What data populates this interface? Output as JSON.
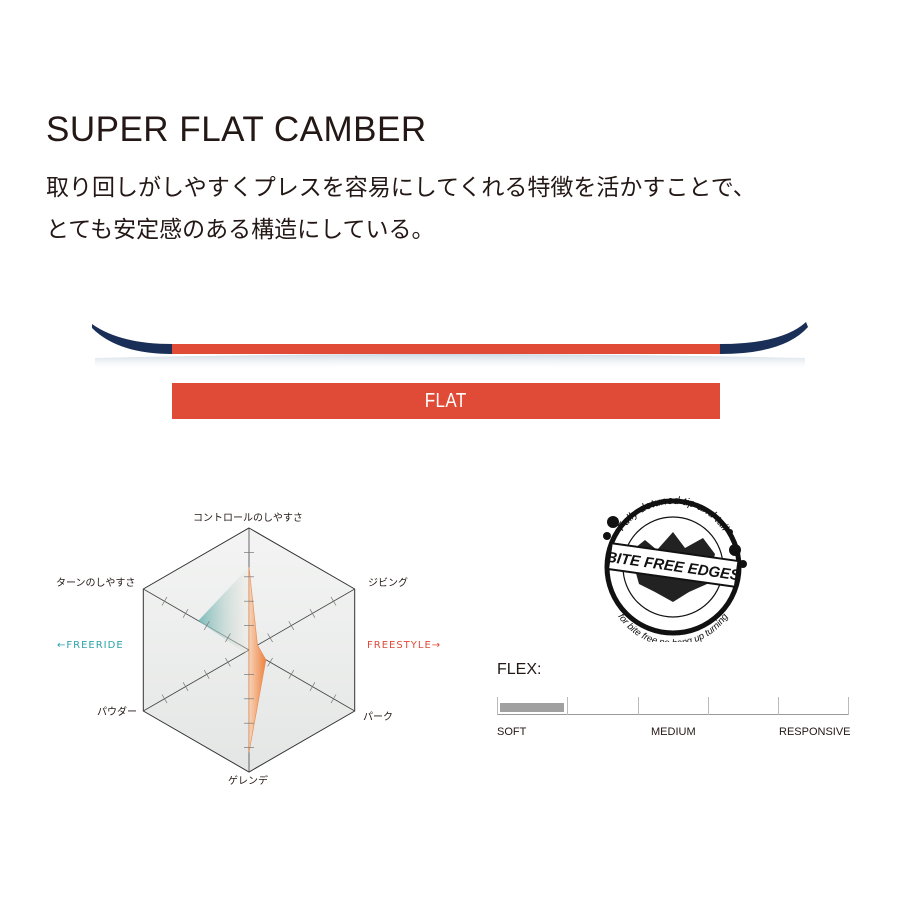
{
  "header": {
    "title": "SUPER FLAT CAMBER",
    "description_line1": "取り回しがしやすくプレスを容易にしてくれる特徴を活かすことで、",
    "description_line2": "とても安定感のある構造にしている。"
  },
  "profile": {
    "bar_label": "FLAT",
    "colors": {
      "base": "#e04b37",
      "tip_tail": "#1a2f57",
      "bar": "#e04b37"
    }
  },
  "radar": {
    "axes": [
      "コントロールのしやすさ",
      "ジビング",
      "パーク",
      "ゲレンデ",
      "パウダー",
      "ターンのしやすさ"
    ],
    "levels": 5,
    "values": [
      3.4,
      0.4,
      0.8,
      4.2,
      0.2,
      2.4
    ],
    "left_style": "←FREERIDE",
    "right_style": "FREESTYLE→",
    "colors": {
      "fill_main": "#f08a4b",
      "fill_left": "#6fb5b4",
      "left_text": "#2aa3a8",
      "right_text": "#e04b37"
    }
  },
  "badge": {
    "top_text": "Fully detuned tip and tail",
    "center_text": "BITE FREE EDGES",
    "bottom_text": "for bite free no hang up turning"
  },
  "flex": {
    "title": "FLEX:",
    "level": 0.2,
    "labels": {
      "soft": "SOFT",
      "medium": "MEDIUM",
      "responsive": "RESPONSIVE"
    }
  }
}
